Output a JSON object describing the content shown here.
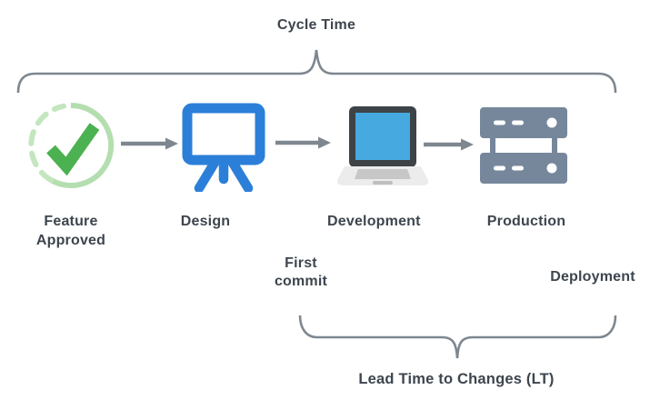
{
  "diagram": {
    "cycle_time_label": "Cycle Time",
    "lead_time_label": "Lead Time to Changes (LT)",
    "stages": [
      {
        "label": "Feature Approved",
        "icon": "check-circle-icon"
      },
      {
        "label": "Design",
        "icon": "easel-icon"
      },
      {
        "label": "Development",
        "icon": "laptop-icon"
      },
      {
        "label": "Production",
        "icon": "server-rack-icon"
      }
    ],
    "milestones": [
      {
        "label": "First commit"
      },
      {
        "label": "Deployment"
      }
    ],
    "colors": {
      "text": "#3d454e",
      "line_gray": "#7e878f",
      "check_green": "#4cb151",
      "ring_light_green": "#b4deb0",
      "easel_blue": "#2b7fd9",
      "laptop_bezel": "#3e4347",
      "laptop_screen": "#46a9df",
      "laptop_base": "#ececec",
      "server_gray": "#76879b"
    }
  }
}
